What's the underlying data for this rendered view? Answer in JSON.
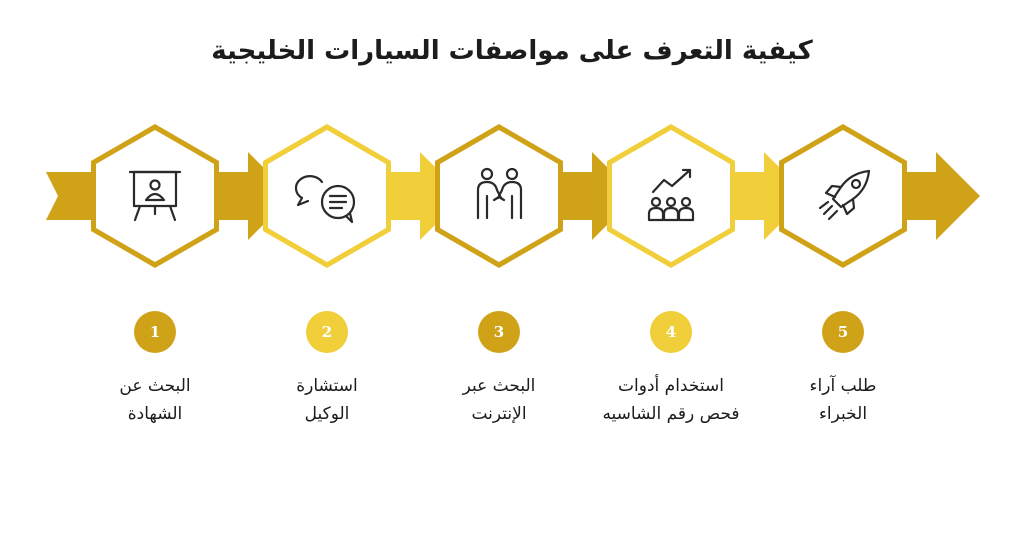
{
  "title": "كيفية التعرف على مواصفات السيارات الخليجية",
  "colors": {
    "gold_dark": "#D0A218",
    "gold_mid": "#E5B92A",
    "gold_light": "#F1CF3A",
    "text": "#1c1c1c"
  },
  "steps": [
    {
      "number": "1",
      "line1": "البحث عن",
      "line2": "الشهادة",
      "icon": "presentation-board-icon",
      "color": "#D0A218"
    },
    {
      "number": "2",
      "line1": "استشارة",
      "line2": "الوكيل",
      "icon": "chat-bubbles-icon",
      "color": "#F1CF3A"
    },
    {
      "number": "3",
      "line1": "البحث عبر",
      "line2": "الإنترنت",
      "icon": "people-handshake-icon",
      "color": "#D0A218"
    },
    {
      "number": "4",
      "line1": "استخدام أدوات",
      "line2": "فحص رقم الشاسيه",
      "icon": "team-growth-chart-icon",
      "color": "#F1CF3A"
    },
    {
      "number": "5",
      "line1": "طلب آراء",
      "line2": "الخبراء",
      "icon": "rocket-icon",
      "color": "#D0A218"
    }
  ]
}
